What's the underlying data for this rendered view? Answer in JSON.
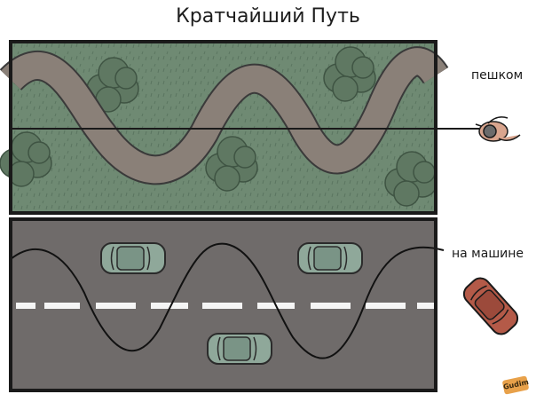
{
  "title": "Кратчайший Путь",
  "labels": {
    "walk": "пешком",
    "car": "на машине"
  },
  "signature": "Gudim",
  "colors": {
    "grass": "#6f8a73",
    "grass_dark": "#4f6653",
    "path": "#8a8078",
    "road": "#6f6b6a",
    "lane_marking": "#f5f5f5",
    "car_parked": "#8fa89a",
    "car_moving": "#b45a48",
    "person_shirt": "#d9a58e",
    "outline": "#1a1a1a"
  }
}
